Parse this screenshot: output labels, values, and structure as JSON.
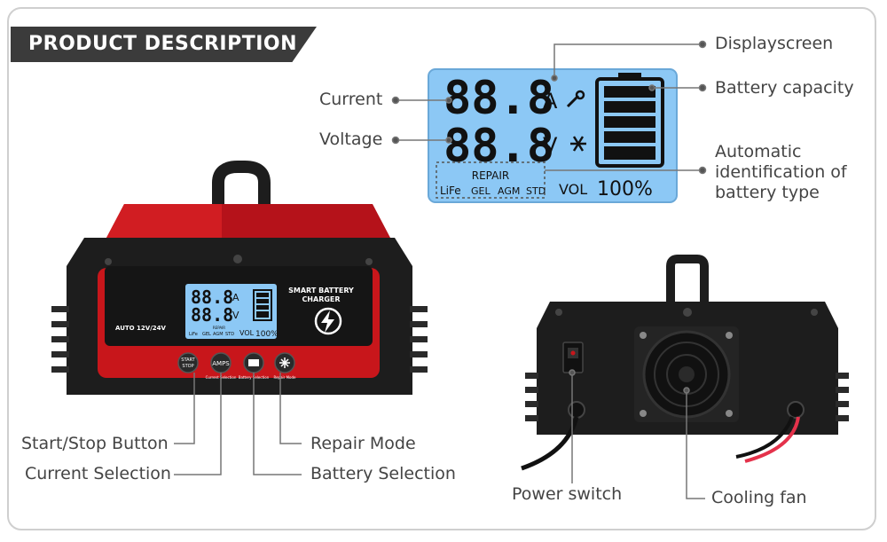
{
  "banner": {
    "title": "PRODUCT DESCRIPTION"
  },
  "callouts": {
    "current": "Current",
    "voltage": "Voltage",
    "displayscreen": "Displayscreen",
    "battery_capacity": "Battery capacity",
    "auto_id": [
      "Automatic",
      "identification of",
      "battery type"
    ],
    "start_stop": "Start/Stop Button",
    "current_selection": "Current Selection",
    "repair_mode": "Repair Mode",
    "battery_selection": "Battery Selection",
    "power_switch": "Power switch",
    "cooling_fan": "Cooling fan"
  },
  "lcd": {
    "current_value": "88.8",
    "current_unit": "A",
    "voltage_value": "88.8",
    "voltage_unit": "V",
    "repair": "REPAIR",
    "types": [
      "LiFe",
      "GEL",
      "AGM",
      "STD"
    ],
    "vol_label": "VOL",
    "percent": "100%"
  },
  "device": {
    "brand_line1": "SMART BATTERY",
    "brand_line2": "CHARGER",
    "voltage_label": "AUTO 12V/24V",
    "btn_start": "START",
    "btn_stop": "STOP",
    "btn_amps": "AMPS",
    "btn_cap_current": "Current Selection",
    "btn_cap_battery": "Battery Selection",
    "btn_cap_repair": "Repair Mode"
  },
  "colors": {
    "lcd_bg": "#8cc8f5",
    "body_red": "#c8161b",
    "body_black": "#1d1d1d",
    "banner": "#3b3b3b"
  }
}
